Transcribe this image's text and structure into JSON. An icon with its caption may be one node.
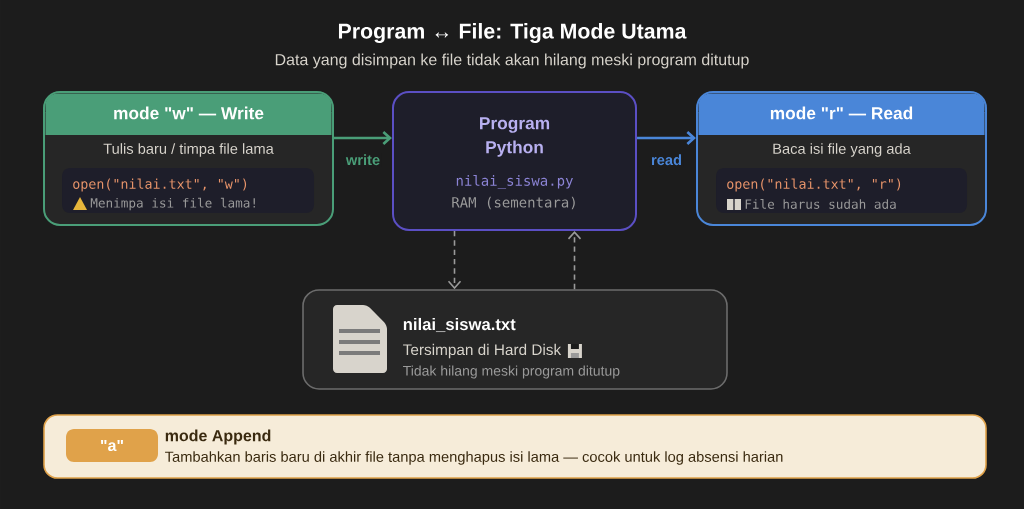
{
  "diagram": {
    "title": "Program ↔ File: Tiga Mode Utama",
    "caption": "Data yang disimpan ke file tidak akan hilang meski program ditutup",
    "nodes": [
      {
        "text": [
          "mode \"w\" — Write",
          "Tulis baru / timpa file lama"
        ]
      },
      {
        "text": [
          "open(\"nilai.txt\", \"w\")",
          "Menimpa isi file lama!"
        ],
        "in": 0
      },
      {
        "text": [
          "Program Python",
          "nilai_siswa.py",
          "RAM (sementara)"
        ]
      },
      {
        "text": [
          "mode \"r\" — Read",
          "Baca isi file yang ada"
        ]
      },
      {
        "text": [
          "open(\"nilai.txt\", \"r\")",
          "File harus sudah ada"
        ],
        "in": 3
      },
      {
        "text": [
          "nilai_siswa.txt",
          "Tersimpan di Hard Disk",
          "Tidak hilang meski program ditutup"
        ]
      },
      {
        "text": [
          "mode Append",
          "Tambahkan baris baru di akhir file tanpa menghapus isi lama — cocok untuk log absensi harian"
        ]
      },
      {
        "text": [
          "\"a\""
        ],
        "in": 6
      }
    ],
    "edges": [
      {
        "from": 0,
        "to": 2,
        "arrow": "to",
        "label": "write",
        "color": "#4a9e78"
      },
      {
        "from": 2,
        "to": 3,
        "arrow": "to",
        "label": "read",
        "color": "#4a86d8"
      },
      {
        "from": 2,
        "to": 5,
        "arrow": "to",
        "style": "dashed"
      },
      {
        "from": 5,
        "to": 2,
        "arrow": "to",
        "style": "dashed"
      }
    ]
  }
}
